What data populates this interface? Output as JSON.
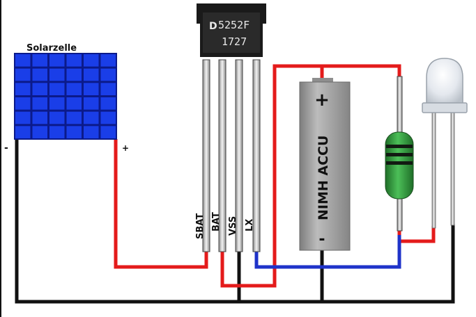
{
  "solar": {
    "label": "Solarzelle",
    "minus": "-",
    "plus": "+"
  },
  "chip": {
    "line1": "5252F",
    "line2": "1727",
    "logo": "D"
  },
  "pins": {
    "sbat": "SBAT",
    "bat": "BAT",
    "vss": "VSS",
    "lx": "LX"
  },
  "battery": {
    "label": "NIMH ACCU",
    "plus": "+",
    "minus": "-"
  },
  "colors": {
    "wire_red": "#e41b1b",
    "wire_black": "#111111",
    "wire_blue": "#1f33c9",
    "solar_cell": "#1a3ee8",
    "solar_grid": "#0b1a8a",
    "battery": "#9a9a9a",
    "inductor": "#2f9a3a",
    "chip": "#1a1a1a"
  }
}
